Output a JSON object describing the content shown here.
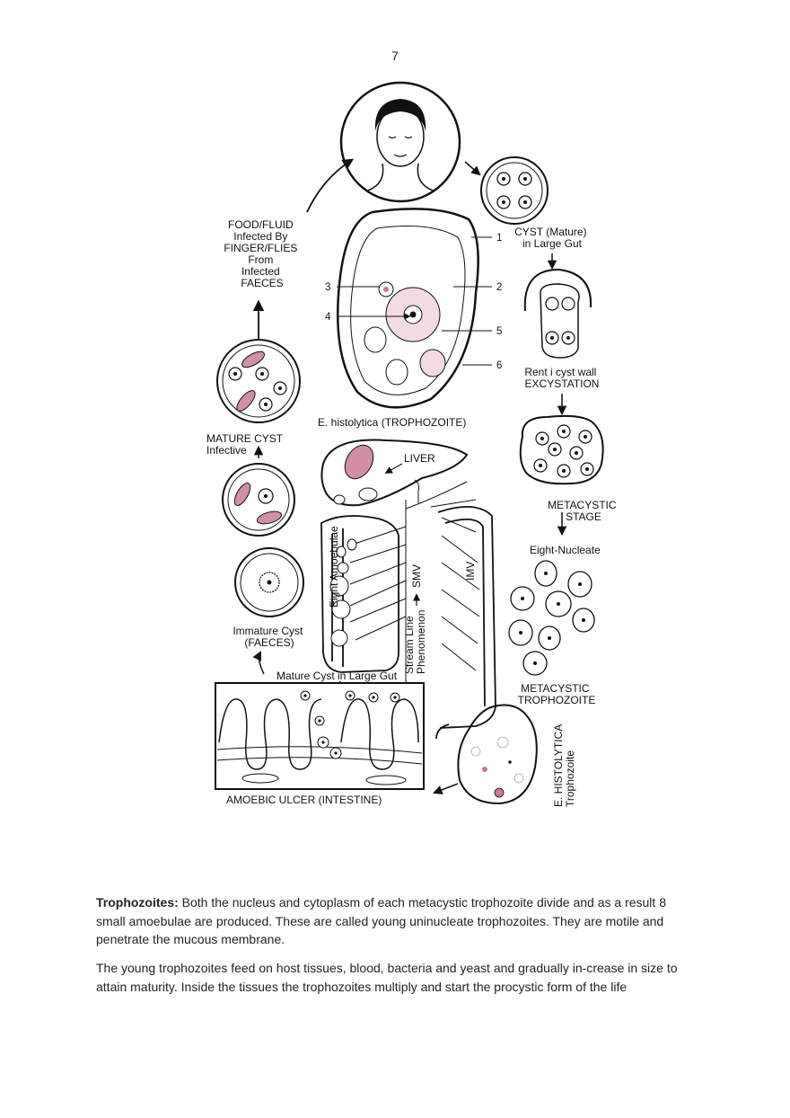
{
  "page": {
    "number": "7"
  },
  "figure": {
    "labels": {
      "food": [
        "FOOD/FLUID",
        "Infected By",
        "FINGER/FLIES",
        "From",
        "Infected",
        "FAECES"
      ],
      "cyst_mature_gut": [
        "CYST (Mature)",
        "in Large Gut"
      ],
      "excystation": [
        "Rent i cyst wall",
        "EXCYSTATION"
      ],
      "trophozoite_title": "E. histolytica (TROPHOZOITE)",
      "num1": "1",
      "num2": "2",
      "num3": "3",
      "num4": "4",
      "num5": "5",
      "num6": "6",
      "mature_cyst": [
        "MATURE CYST",
        "Infective"
      ],
      "liver": "LIVER",
      "metacystic_stage": [
        "METACYSTIC",
        "STAGE"
      ],
      "eight_nucleate": "Eight-Nucleate",
      "eight_amoebulae": "Eight Amoebulae",
      "smv": "SMV",
      "imv": "IMV",
      "stream_line": [
        "Stream Line",
        "Phenomenon"
      ],
      "immature_cyst": [
        "Immature Cyst",
        "(FAECES)"
      ],
      "mature_cyst_gut": "Mature Cyst in Large Gut",
      "metacystic_trophozoite": [
        "METACYSTIC",
        "TROPHOZOITE"
      ],
      "histolytica_tropho": [
        "E. HISTOLYTICA",
        "Trophozoite"
      ],
      "amoebic_ulcer": "AMOEBIC ULCER (INTESTINE)"
    }
  },
  "text": {
    "p1_bold": "Trophozoites:",
    "p1_rest": " Both the nucleus and cytoplasm of each metacystic trophozoite divide and as a result 8 small amoebulae are produced. These are called young uninucleate trophozoites. They are motile and penetrate the mucous membrane.",
    "p2": "The young trophozoites feed on host tissues, blood, bacteria and yeast and gradually in-crease in size to attain maturity. Inside the tissues the trophozoites multiply and start the procystic form of the life"
  }
}
